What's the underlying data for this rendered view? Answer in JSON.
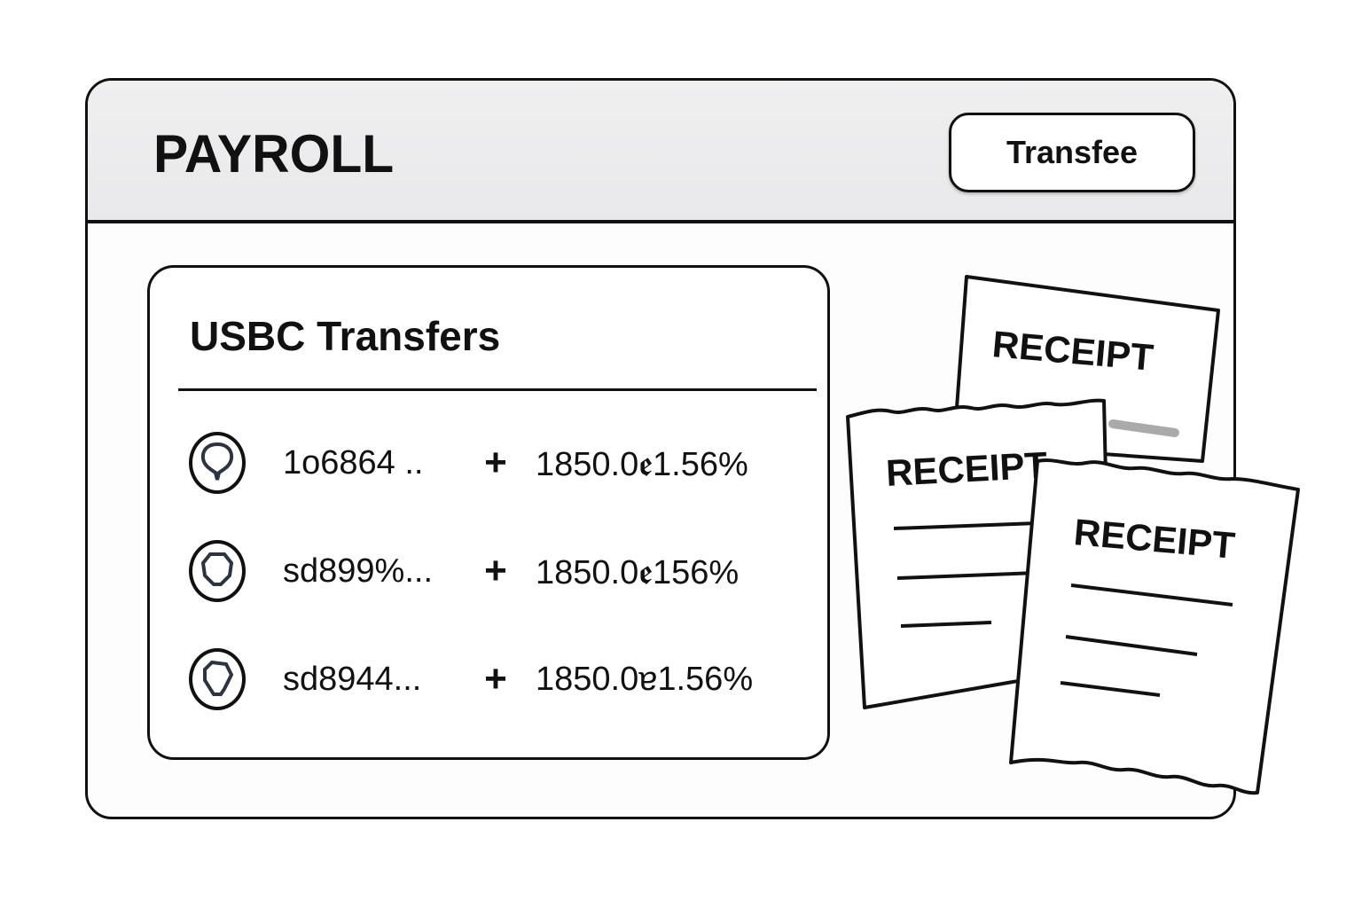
{
  "header": {
    "title": "PAYROLL",
    "transfer_button_label": "Transfee"
  },
  "card": {
    "title": "USBC Transfers",
    "rows": [
      {
        "icon": "wallet-pin-icon",
        "id": "1o6864 ..",
        "sign": "+",
        "amount": "1850.0ꬲ1.56%"
      },
      {
        "icon": "wallet-pin-icon",
        "id": "sd899%...",
        "sign": "+",
        "amount": "1850.0ꬲ156%"
      },
      {
        "icon": "wallet-pin-icon",
        "id": "sd8944...",
        "sign": "+",
        "amount": "1850.0ɐ1.56%"
      }
    ]
  },
  "receipts": [
    {
      "label": "RECEIPT"
    },
    {
      "label": "RECEIPT"
    },
    {
      "label": "RECEIPT"
    }
  ],
  "colors": {
    "stroke": "#111111",
    "header_bg": "#ececee",
    "window_bg": "#fdfdfd"
  }
}
